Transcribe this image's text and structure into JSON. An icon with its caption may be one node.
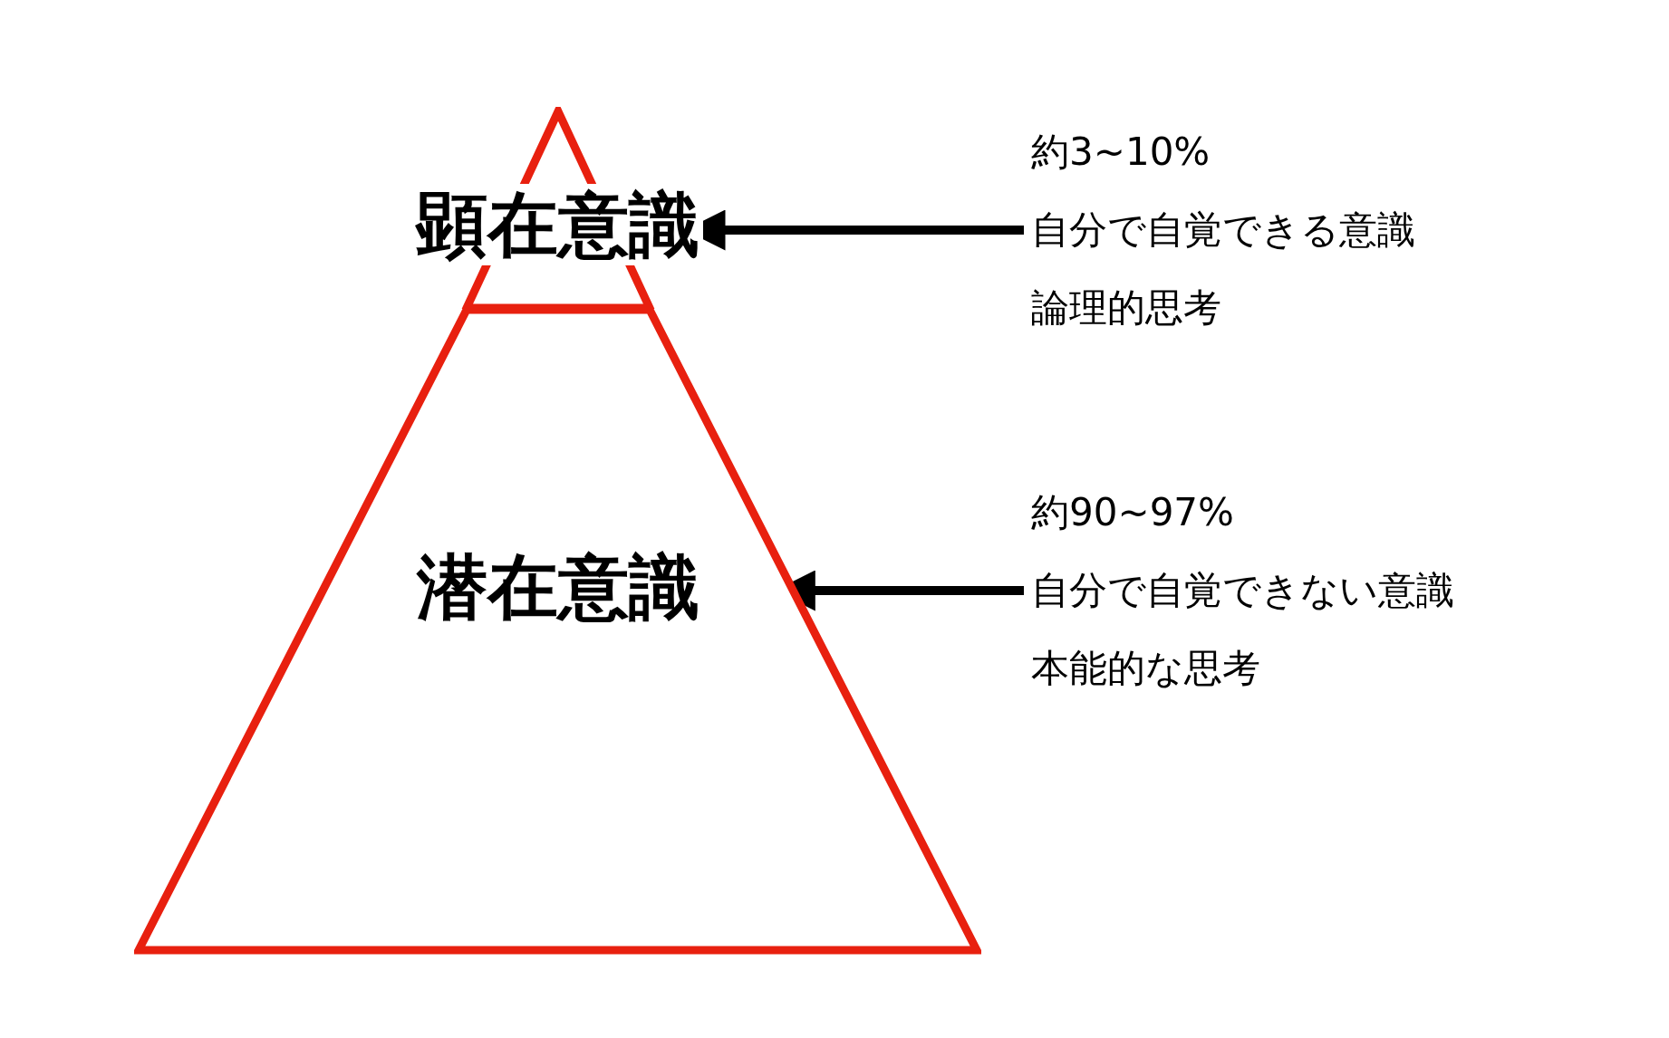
{
  "diagram": {
    "nodes": [
      {
        "text": [
          "顕在意識"
        ]
      },
      {
        "text": [
          "潜在意識"
        ]
      },
      {
        "text": [
          "約3~10%",
          "自分で自覚できる意識",
          "論理的思考"
        ]
      },
      {
        "text": [
          "約90~97%",
          "自分で自覚できない意識",
          "本能的な思考"
        ]
      }
    ],
    "edges": [
      {
        "from": 2,
        "to": 0,
        "arrow": "to"
      },
      {
        "from": 3,
        "to": 1,
        "arrow": "to"
      }
    ]
  }
}
